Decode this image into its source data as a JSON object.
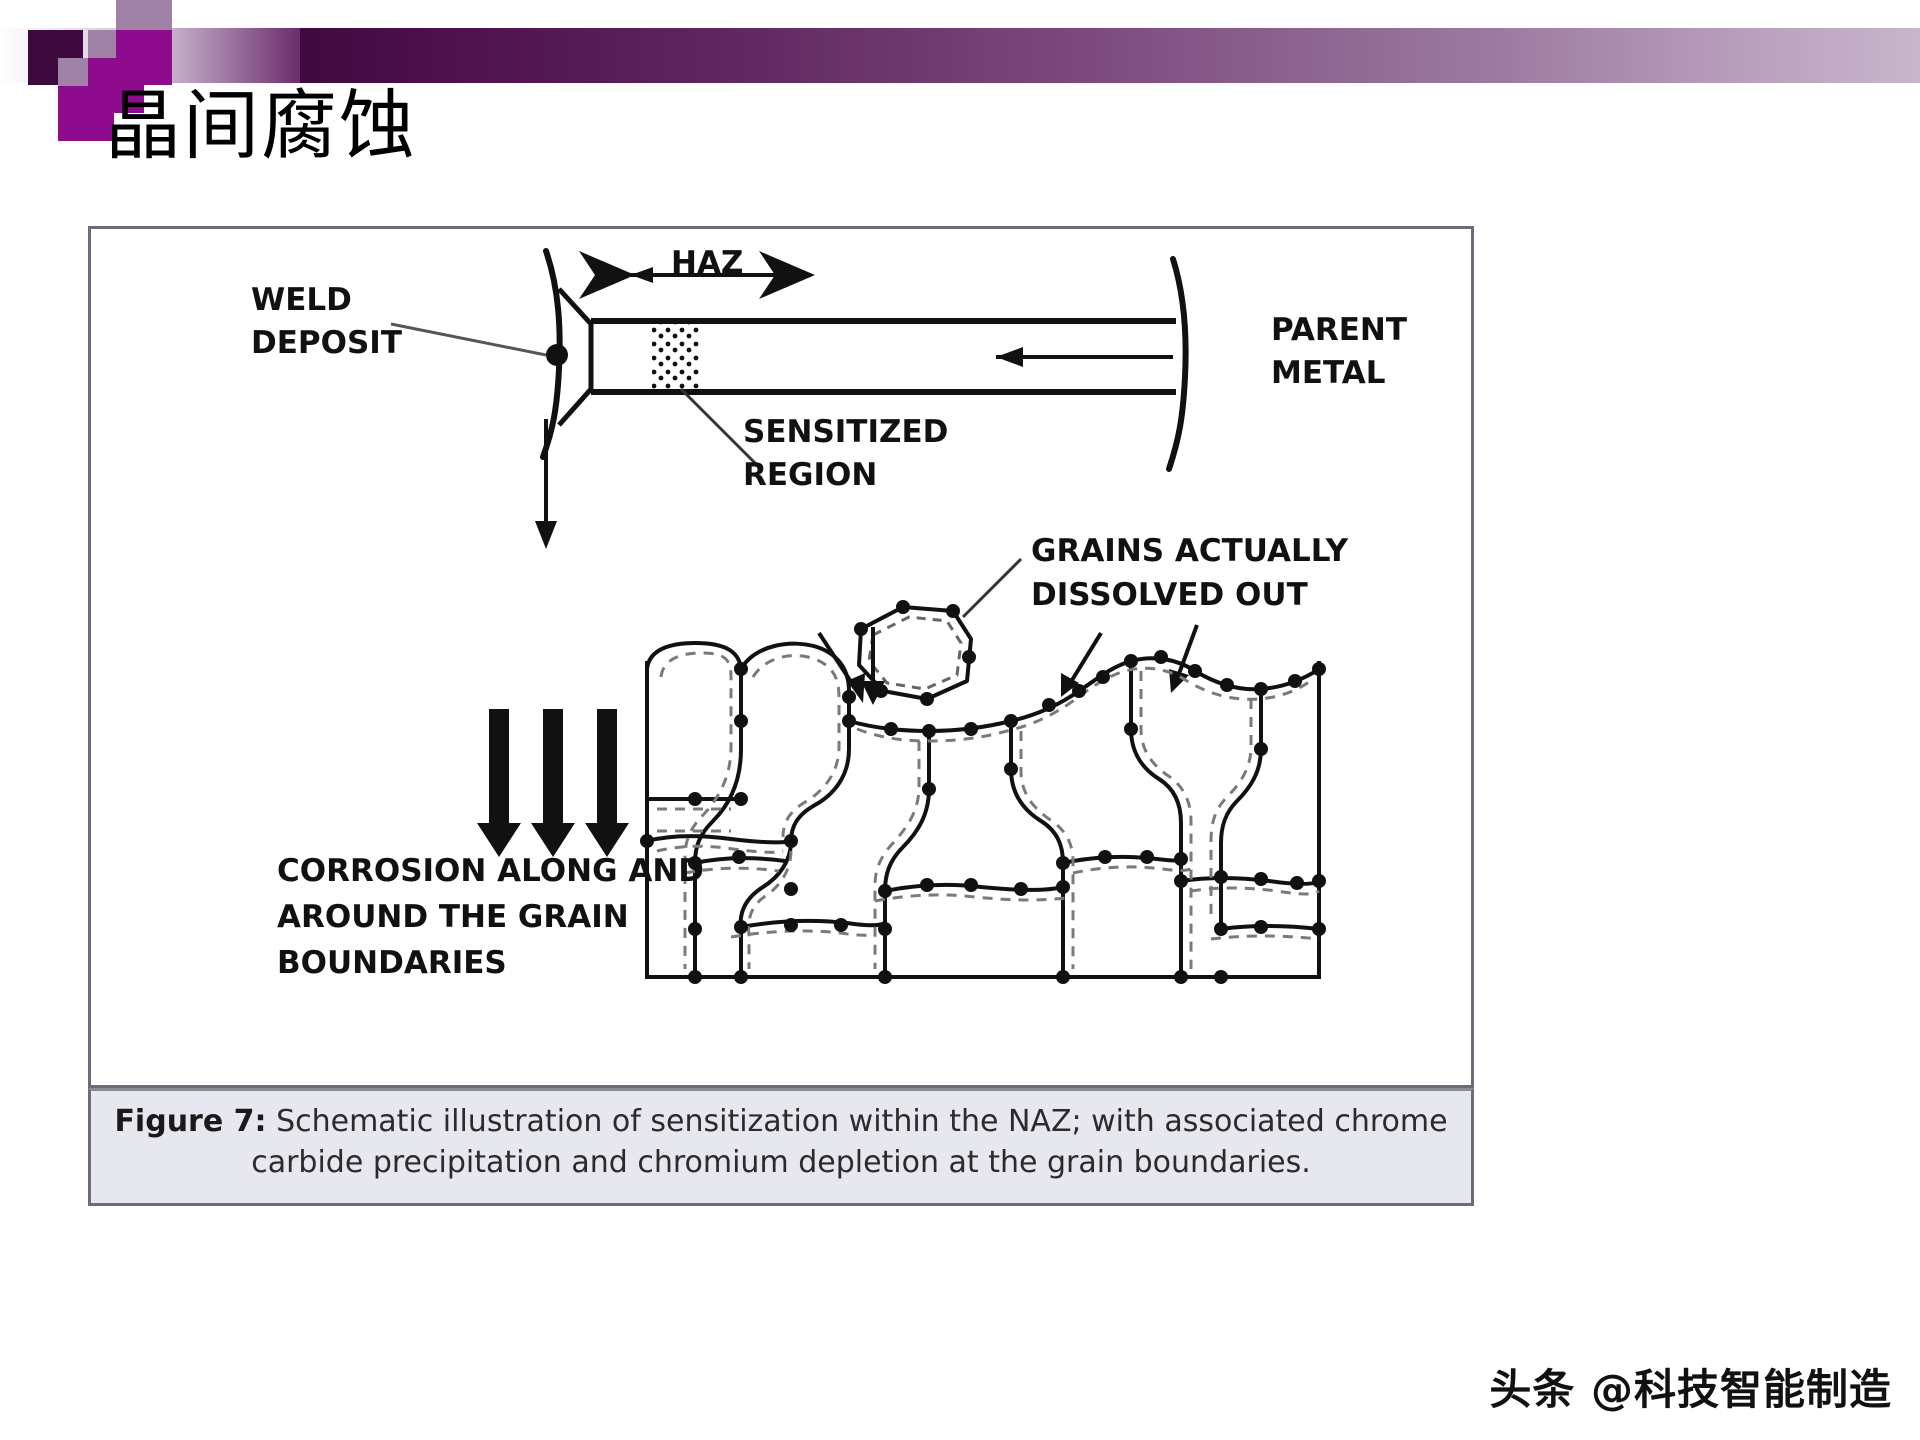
{
  "slide": {
    "title": "晶间腐蚀",
    "watermark": "头条 @科技智能制造"
  },
  "header_decor": {
    "squares": [
      {
        "name": "dark-square",
        "color": "#3d0a3d"
      },
      {
        "name": "mauve-square-top",
        "color": "#9f82a6"
      },
      {
        "name": "mauve-square-mid",
        "color": "#9f82a6"
      },
      {
        "name": "magenta-square-upper",
        "color": "#8e0b8e"
      },
      {
        "name": "magenta-square-mid",
        "color": "#8e0b8e"
      },
      {
        "name": "magenta-square-lower",
        "color": "#8e0b8e"
      }
    ],
    "band_start_color": "#3f0a3f",
    "band_end_color": "#c9b5cc"
  },
  "figure": {
    "caption_label": "Figure 7:",
    "caption_line1": "Schematic illustration of sensitization within the NAZ; with associated chrome",
    "caption_line2": "carbide precipitation and chromium depletion at the grain boundaries.",
    "caption_bg": "#e7e7f0",
    "border_color": "#6b6b7a",
    "labels": {
      "weld_deposit_line1": "WELD",
      "weld_deposit_line2": "DEPOSIT",
      "haz": "HAZ",
      "parent_metal_line1": "PARENT",
      "parent_metal_line2": "METAL",
      "sensitized_line1": "SENSITIZED",
      "sensitized_line2": "REGION",
      "grains_line1": "GRAINS ACTUALLY",
      "grains_line2": "DISSOLVED OUT",
      "corrosion_line1": "CORROSION ALONG AND",
      "corrosion_line2": "AROUND THE GRAIN",
      "corrosion_line3": "BOUNDARIES"
    }
  }
}
